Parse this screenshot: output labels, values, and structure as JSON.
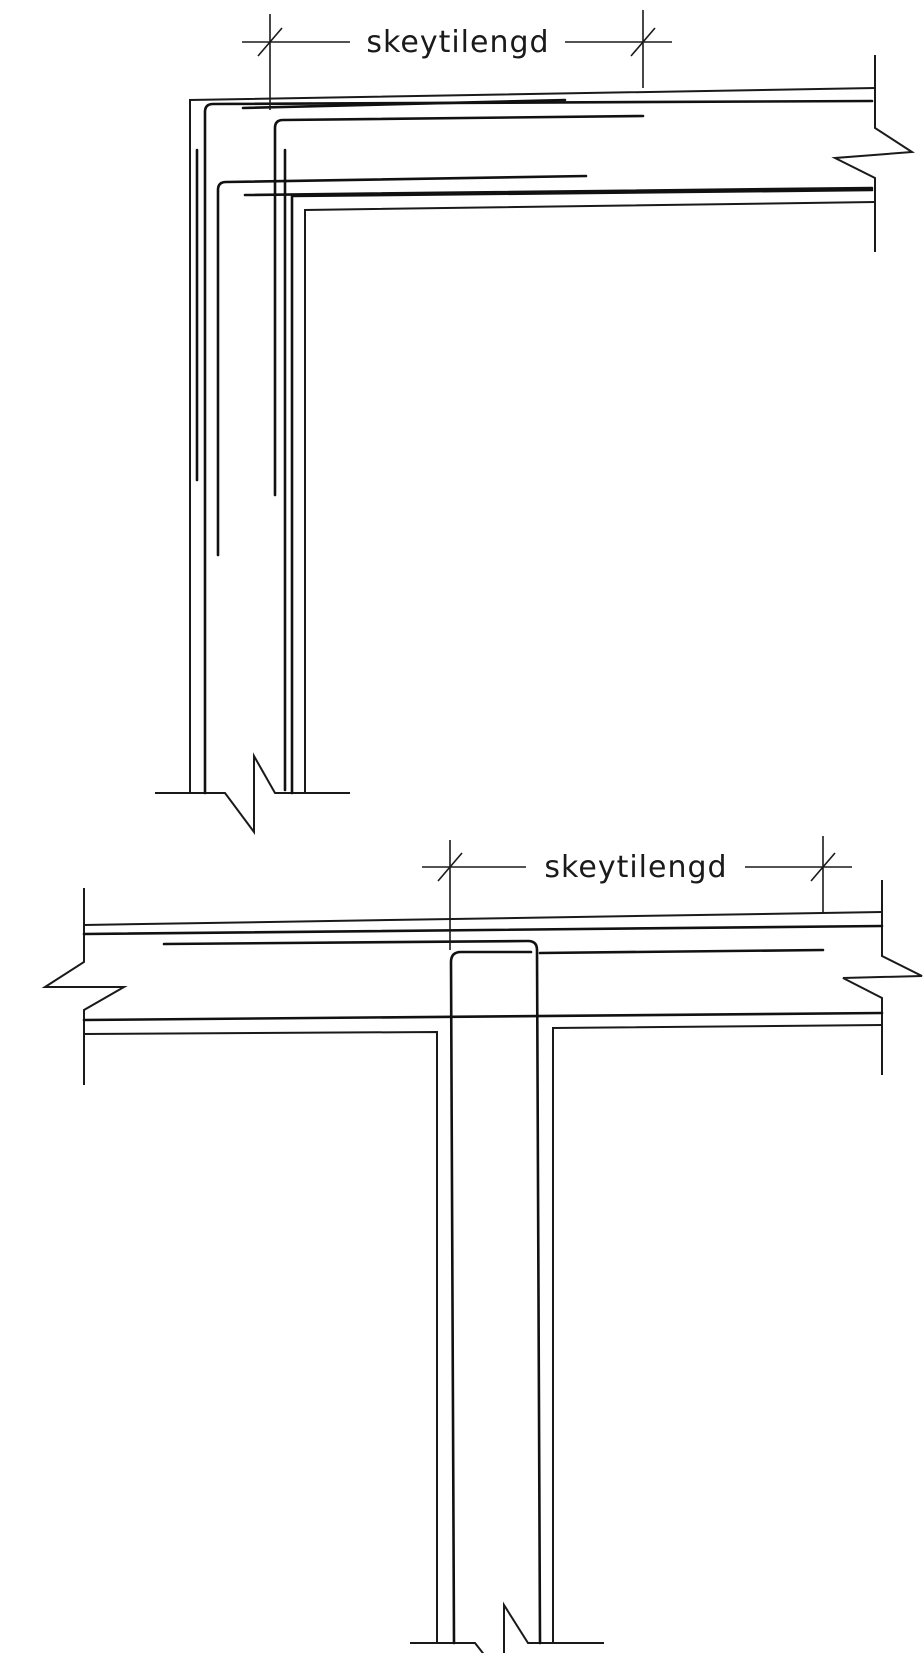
{
  "diagrams": [
    {
      "id": "corner-joint",
      "dimension_label": "skeytilengd"
    },
    {
      "id": "t-joint",
      "dimension_label": "skeytilengd"
    }
  ],
  "colors": {
    "line": "#1a1a1a",
    "background": "#ffffff"
  }
}
